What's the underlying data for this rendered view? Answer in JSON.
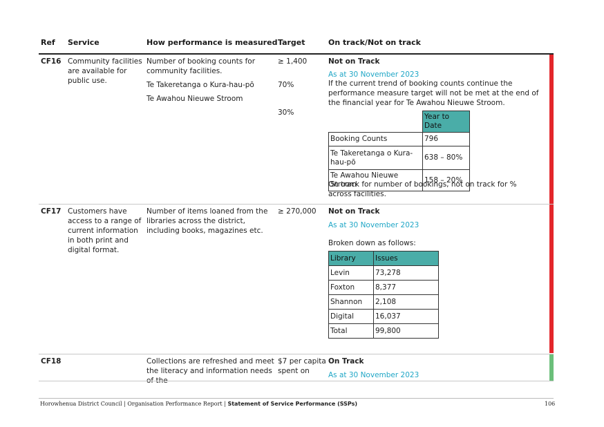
{
  "headers": {
    "ref": "Ref",
    "service": "Service",
    "measure": "How performance is measured",
    "target": "Target",
    "status": "On track/Not on track"
  },
  "rows": [
    {
      "ref": "CF16",
      "service": "Community facilities are available for public use.",
      "measures": [
        "Number of booking counts for community facilities.",
        "Te Takeretanga o Kura-hau-pō",
        "Te Awahou Nieuwe Stroom"
      ],
      "targets": [
        "≥ 1,400",
        "70%",
        "30%"
      ],
      "status": "Not on Track",
      "as_at": "As at 30 November 2023",
      "commentary": "If the current trend of booking counts continue the performance measure target will not be met at the end of the financial year for Te Awahou Nieuwe Stroom.",
      "table": {
        "header": "Year to Date",
        "rows": [
          {
            "label": "Booking Counts",
            "value": "796"
          },
          {
            "label": "Te Takeretanga o Kura-hau-pō",
            "value": "638 – 80%"
          },
          {
            "label": "Te Awahou Nieuwe Stroom",
            "value": "158 – 20%"
          }
        ]
      },
      "note": "On track for number of bookings, not on track for % across facilities.",
      "status_color": "#e3262b"
    },
    {
      "ref": "CF17",
      "service": "Customers have access to a range of current information in both print and digital format.",
      "measure": "Number of items loaned from the libraries across the district, including books, magazines etc.",
      "target": "≥ 270,000",
      "status": "Not on Track",
      "as_at": "As at 30 November 2023",
      "intro": "Broken down as follows:",
      "table": {
        "headers": [
          "Library",
          "Issues"
        ],
        "rows": [
          [
            "Levin",
            "73,278"
          ],
          [
            "Foxton",
            "8,377"
          ],
          [
            "Shannon",
            "2,108"
          ],
          [
            "Digital",
            "16,037"
          ],
          [
            "Total",
            "99,800"
          ]
        ]
      },
      "status_color": "#e3262b"
    },
    {
      "ref": "CF18",
      "measure": "Collections are refreshed and meet the literacy and information needs of the",
      "target": "$7 per capita spent on",
      "status": "On Track",
      "as_at": "As at 30 November 2023",
      "status_color": "#6bbf7a"
    }
  ],
  "footer": {
    "text": "Horowhenua District Council | Organisation Performance Report | ",
    "bold": "Statement of Service Performance (SSPs)",
    "page": "106"
  }
}
